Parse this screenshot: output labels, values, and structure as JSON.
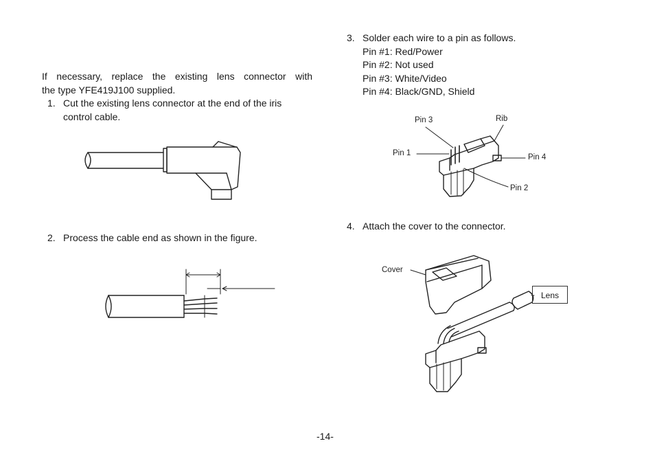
{
  "intro": {
    "line1": "If necessary, replace the existing lens connector with",
    "line2": "the type YFE419J100 supplied."
  },
  "steps": {
    "s1": {
      "num": "1.",
      "line1": "Cut the existing lens connector at the end of the iris",
      "line2": "control cable."
    },
    "s2": {
      "num": "2.",
      "line1": "Process the cable end as shown in the figure."
    },
    "s3": {
      "num": "3.",
      "line1": "Solder each wire to a pin as follows.",
      "pins": [
        "Pin #1: Red/Power",
        "Pin #2: Not used",
        "Pin #3: White/Video",
        "Pin #4: Black/GND, Shield"
      ]
    },
    "s4": {
      "num": "4.",
      "line1": "Attach the cover to the connector."
    }
  },
  "figure3": {
    "pin3": "Pin 3",
    "rib": "Rib",
    "pin1": "Pin 1",
    "pin4": "Pin 4",
    "pin2": "Pin 2"
  },
  "figure4": {
    "cover": "Cover",
    "lens": "Lens"
  },
  "page_number": "-14-"
}
